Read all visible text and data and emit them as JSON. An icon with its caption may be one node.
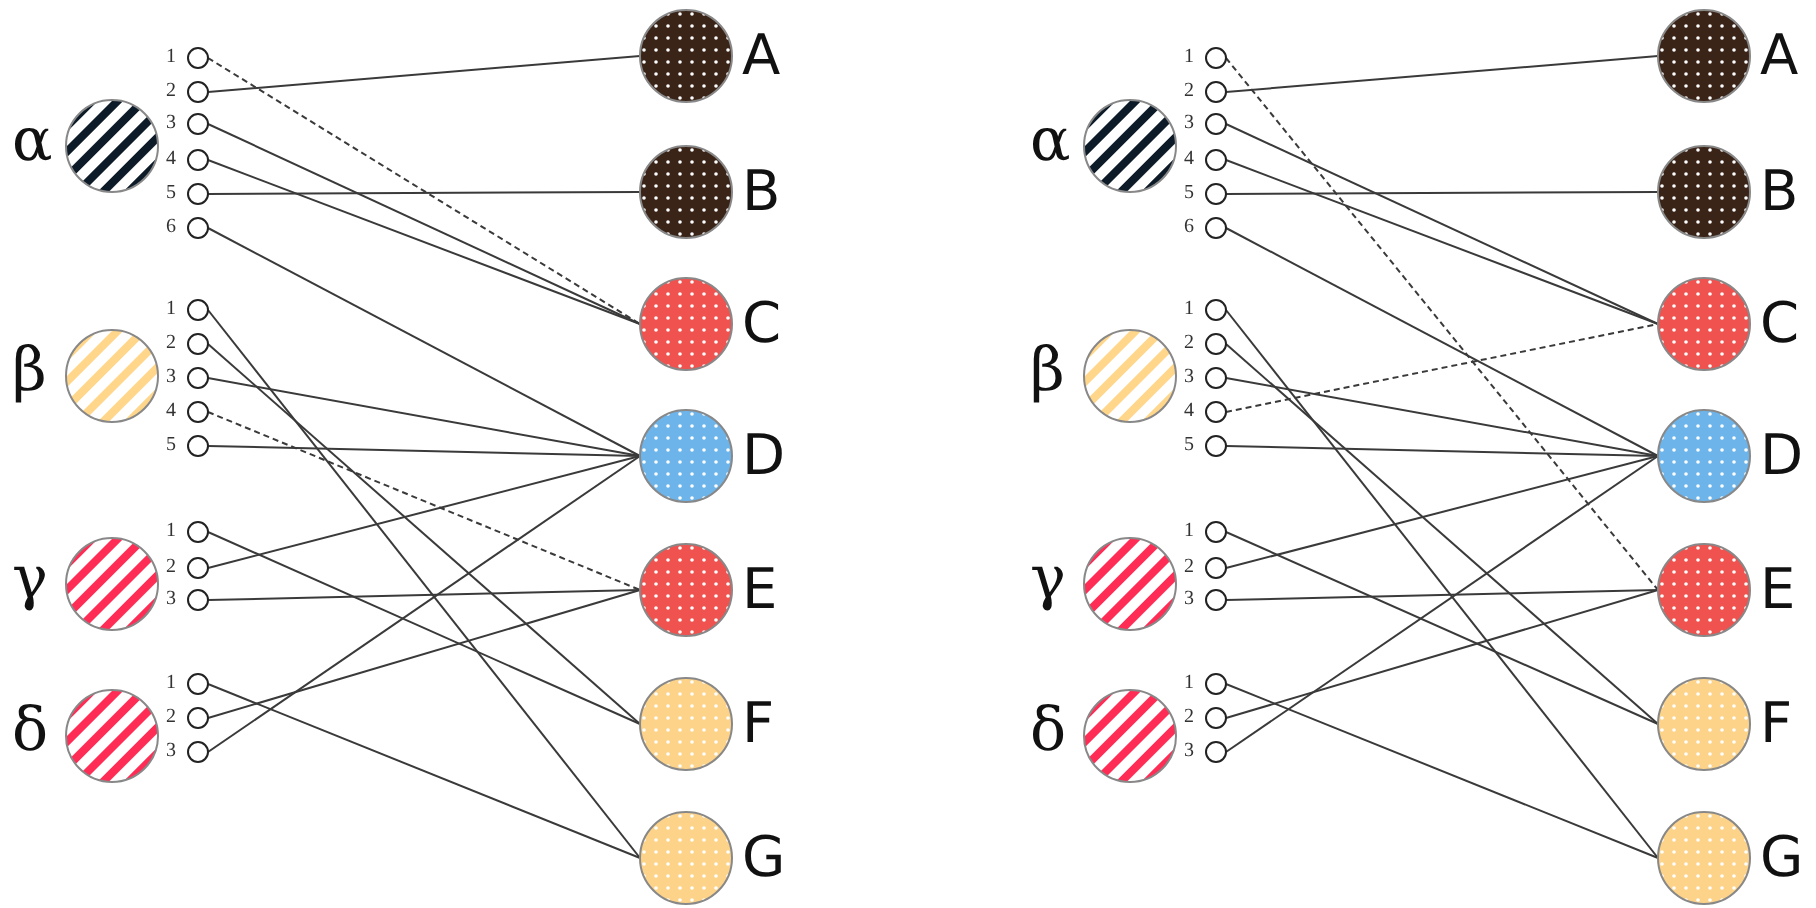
{
  "diagram": {
    "nodes": [
      {
        "text": [
          "α"
        ]
      },
      {
        "text": [
          "1"
        ]
      },
      {
        "text": [
          "2"
        ]
      },
      {
        "text": [
          "3"
        ]
      },
      {
        "text": [
          "4"
        ]
      },
      {
        "text": [
          "5"
        ]
      },
      {
        "text": [
          "6"
        ]
      },
      {
        "text": [
          "β"
        ]
      },
      {
        "text": [
          "1"
        ]
      },
      {
        "text": [
          "2"
        ]
      },
      {
        "text": [
          "3"
        ]
      },
      {
        "text": [
          "4"
        ]
      },
      {
        "text": [
          "5"
        ]
      },
      {
        "text": [
          "γ"
        ]
      },
      {
        "text": [
          "1"
        ]
      },
      {
        "text": [
          "2"
        ]
      },
      {
        "text": [
          "3"
        ]
      },
      {
        "text": [
          "δ"
        ]
      },
      {
        "text": [
          "1"
        ]
      },
      {
        "text": [
          "2"
        ]
      },
      {
        "text": [
          "3"
        ]
      },
      {
        "text": [
          "A"
        ]
      },
      {
        "text": [
          "B"
        ]
      },
      {
        "text": [
          "C"
        ]
      },
      {
        "text": [
          "D"
        ]
      },
      {
        "text": [
          "E"
        ]
      },
      {
        "text": [
          "F"
        ]
      },
      {
        "text": [
          "G"
        ]
      },
      {
        "text": [
          "α"
        ]
      },
      {
        "text": [
          "1"
        ]
      },
      {
        "text": [
          "2"
        ]
      },
      {
        "text": [
          "3"
        ]
      },
      {
        "text": [
          "4"
        ]
      },
      {
        "text": [
          "5"
        ]
      },
      {
        "text": [
          "6"
        ]
      },
      {
        "text": [
          "β"
        ]
      },
      {
        "text": [
          "1"
        ]
      },
      {
        "text": [
          "2"
        ]
      },
      {
        "text": [
          "3"
        ]
      },
      {
        "text": [
          "4"
        ]
      },
      {
        "text": [
          "5"
        ]
      },
      {
        "text": [
          "γ"
        ]
      },
      {
        "text": [
          "1"
        ]
      },
      {
        "text": [
          "2"
        ]
      },
      {
        "text": [
          "3"
        ]
      },
      {
        "text": [
          "δ"
        ]
      },
      {
        "text": [
          "1"
        ]
      },
      {
        "text": [
          "2"
        ]
      },
      {
        "text": [
          "3"
        ]
      },
      {
        "text": [
          "A"
        ]
      },
      {
        "text": [
          "B"
        ]
      },
      {
        "text": [
          "C"
        ]
      },
      {
        "text": [
          "D"
        ]
      },
      {
        "text": [
          "E"
        ]
      },
      {
        "text": [
          "F"
        ]
      },
      {
        "text": [
          "G"
        ]
      }
    ],
    "edges": [
      {
        "from": 1,
        "to": 23,
        "arrow": "none",
        "style": "dashed"
      },
      {
        "from": 2,
        "to": 21,
        "arrow": "none"
      },
      {
        "from": 3,
        "to": 23,
        "arrow": "none"
      },
      {
        "from": 4,
        "to": 23,
        "arrow": "none"
      },
      {
        "from": 5,
        "to": 22,
        "arrow": "none"
      },
      {
        "from": 6,
        "to": 24,
        "arrow": "none"
      },
      {
        "from": 8,
        "to": 27,
        "arrow": "none"
      },
      {
        "from": 9,
        "to": 26,
        "arrow": "none"
      },
      {
        "from": 10,
        "to": 24,
        "arrow": "none"
      },
      {
        "from": 11,
        "to": 25,
        "arrow": "none",
        "style": "dashed"
      },
      {
        "from": 12,
        "to": 24,
        "arrow": "none"
      },
      {
        "from": 14,
        "to": 26,
        "arrow": "none"
      },
      {
        "from": 15,
        "to": 24,
        "arrow": "none"
      },
      {
        "from": 16,
        "to": 25,
        "arrow": "none"
      },
      {
        "from": 18,
        "to": 27,
        "arrow": "none"
      },
      {
        "from": 19,
        "to": 25,
        "arrow": "none"
      },
      {
        "from": 20,
        "to": 24,
        "arrow": "none"
      },
      {
        "from": 29,
        "to": 53,
        "arrow": "none",
        "style": "dashed"
      },
      {
        "from": 30,
        "to": 49,
        "arrow": "none"
      },
      {
        "from": 31,
        "to": 51,
        "arrow": "none"
      },
      {
        "from": 32,
        "to": 51,
        "arrow": "none"
      },
      {
        "from": 33,
        "to": 50,
        "arrow": "none"
      },
      {
        "from": 34,
        "to": 52,
        "arrow": "none"
      },
      {
        "from": 36,
        "to": 55,
        "arrow": "none"
      },
      {
        "from": 37,
        "to": 54,
        "arrow": "none"
      },
      {
        "from": 38,
        "to": 52,
        "arrow": "none"
      },
      {
        "from": 39,
        "to": 51,
        "arrow": "none",
        "style": "dashed"
      },
      {
        "from": 40,
        "to": 52,
        "arrow": "none"
      },
      {
        "from": 42,
        "to": 54,
        "arrow": "none"
      },
      {
        "from": 43,
        "to": 52,
        "arrow": "none"
      },
      {
        "from": 44,
        "to": 53,
        "arrow": "none"
      },
      {
        "from": 46,
        "to": 55,
        "arrow": "none"
      },
      {
        "from": 47,
        "to": 53,
        "arrow": "none"
      },
      {
        "from": 48,
        "to": 52,
        "arrow": "none"
      }
    ]
  }
}
